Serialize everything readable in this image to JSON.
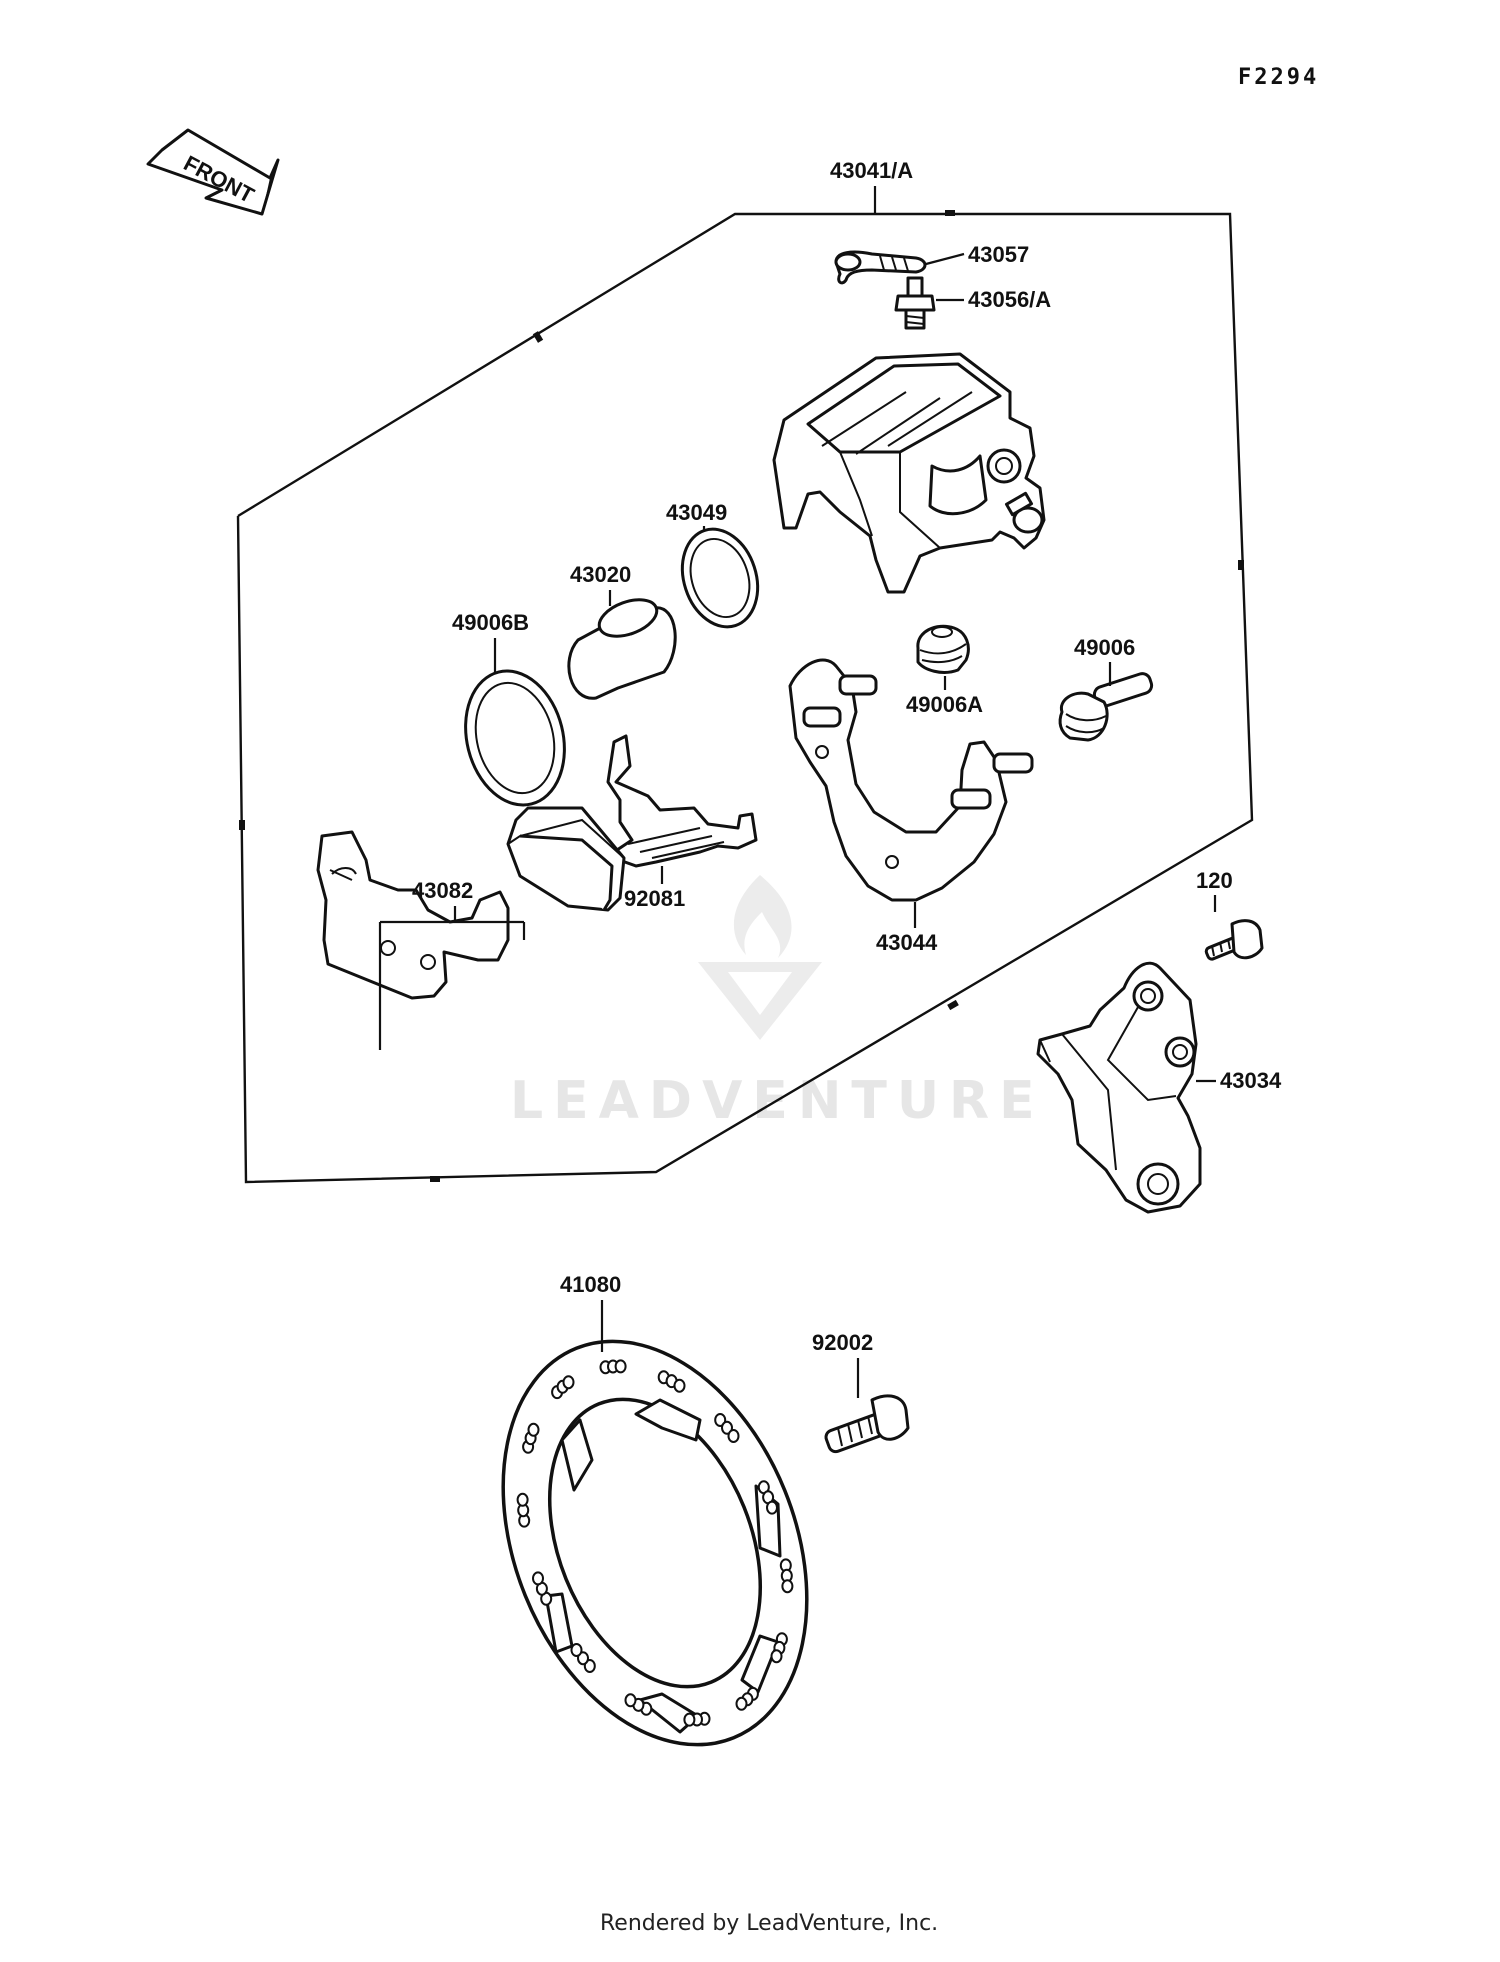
{
  "drawing_code": "F2294",
  "front_label": "FRONT",
  "watermark": "LEADVENTURE",
  "footer": "Rendered by LeadVenture, Inc.",
  "callouts": {
    "c43041A": "43041/A",
    "c43057": "43057",
    "c43056A": "43056/A",
    "c43049": "43049",
    "c43020": "43020",
    "c49006B": "49006B",
    "c49006": "49006",
    "c49006A": "49006A",
    "c92081": "92081",
    "c43082": "43082",
    "c43044": "43044",
    "c120": "120",
    "c43034": "43034",
    "c41080": "41080",
    "c92002": "92002"
  }
}
